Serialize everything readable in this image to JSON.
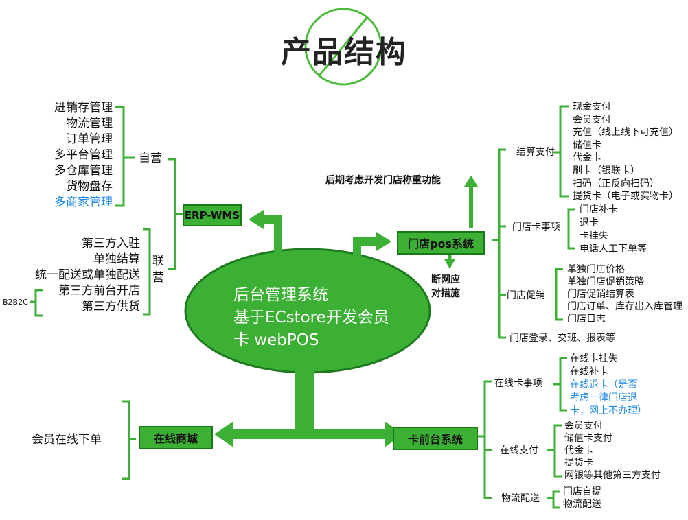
{
  "title": "产品结构",
  "colors": {
    "green": "#3cb034",
    "dark_green": "#177a17",
    "blue_text": "#1e88e5"
  },
  "center": {
    "lines": [
      "后台管理系统",
      "基于ECstore开发会员",
      "卡 webPOS"
    ]
  },
  "erp": {
    "label": "ERP-WMS",
    "self": {
      "label": "自营",
      "items": [
        "进销存管理",
        "物流管理",
        "订单管理",
        "多平台管理",
        "多仓库管理",
        "货物盘存",
        "多商家管理"
      ]
    },
    "joint": {
      "label1": "联",
      "label2": "营",
      "items": [
        "第三方入驻",
        "单独结算",
        "统一配送或单独配送",
        "第三方前台开店",
        "第三方供货"
      ]
    },
    "b2b2c": "B2B2C"
  },
  "pos": {
    "label": "门店pos系统",
    "future": "后期考虑开发门店称重功能",
    "offline": [
      "断网应",
      "对措施"
    ],
    "settle": {
      "label": "结算支付",
      "items": [
        "现金支付",
        "会员支付",
        "充值（线上线下可充值）",
        "储值卡",
        "代金卡",
        "刷卡（银联卡）",
        "扫码（正反向扫码）",
        "提货卡（电子或实物卡）"
      ]
    },
    "card": {
      "label": "门店卡事项",
      "items": [
        "门店补卡",
        "退卡",
        "卡挂失",
        "电话人工下单等"
      ]
    },
    "promo": {
      "label": "门店促销",
      "items": [
        "单独门店价格",
        "单独门店促销策略",
        "门店促销结算表",
        "门店订单、库存出入库管理",
        "门店日志"
      ]
    },
    "login": "门店登录、交班、报表等"
  },
  "mall": {
    "label": "在线商城",
    "member": "会员在线下单"
  },
  "cardfront": {
    "label": "卡前台系统",
    "online_card": {
      "label": "在线卡事项",
      "items": [
        "在线卡挂失",
        "在线补卡"
      ],
      "blue_lines": [
        "在线退卡（是否",
        "考虑一律门店退",
        "卡，网上不办理）"
      ]
    },
    "online_pay": {
      "label": "在线支付",
      "items": [
        "会员支付",
        "储值卡支付",
        "代金卡",
        "提货卡",
        "网银等其他第三方支付"
      ]
    },
    "logistics": {
      "label": "物流配送",
      "items": [
        "门店自提",
        "物流配送"
      ]
    }
  }
}
